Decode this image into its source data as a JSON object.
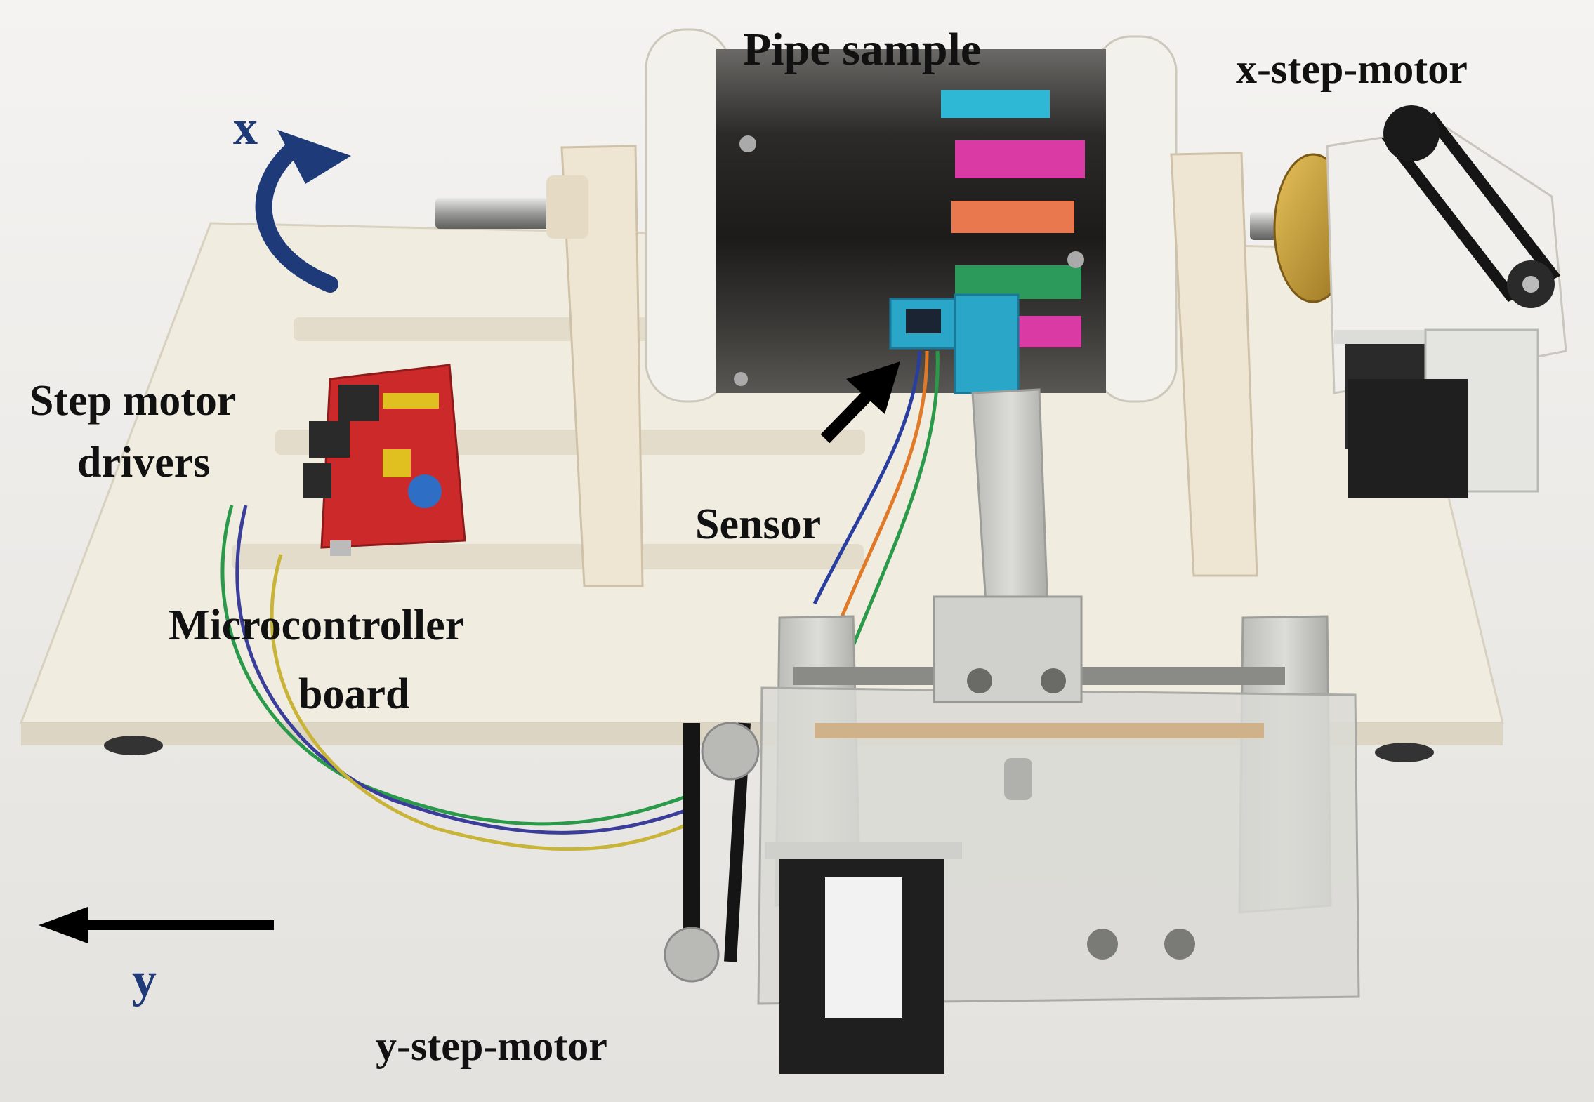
{
  "labels": {
    "pipe_sample": "Pipe sample",
    "x_step_motor": "x-step-motor",
    "step_motor_drivers_line1": "Step motor",
    "step_motor_drivers_line2": "drivers",
    "sensor": "Sensor",
    "microcontroller_line1": "Microcontroller",
    "microcontroller_line2": "board",
    "y_step_motor": "y-step-motor"
  },
  "axes": {
    "x": "x",
    "y": "y"
  },
  "colors": {
    "background": "#eceae6",
    "base_plate": "#f1ece0",
    "bracket": "#efe5d3",
    "pipe_dark": "#2c2a28",
    "aluminum": "#c9c9c5",
    "motor_black": "#1f1f1f",
    "arduino_red": "#cc2a2a",
    "sensor_blue": "#2aa6c8",
    "axis_blue": "#1f3a78",
    "tape_cyan": "#2fb8d6",
    "tape_magenta": "#d93aa4",
    "tape_orange": "#e9784e",
    "tape_green": "#2c9a5a"
  }
}
